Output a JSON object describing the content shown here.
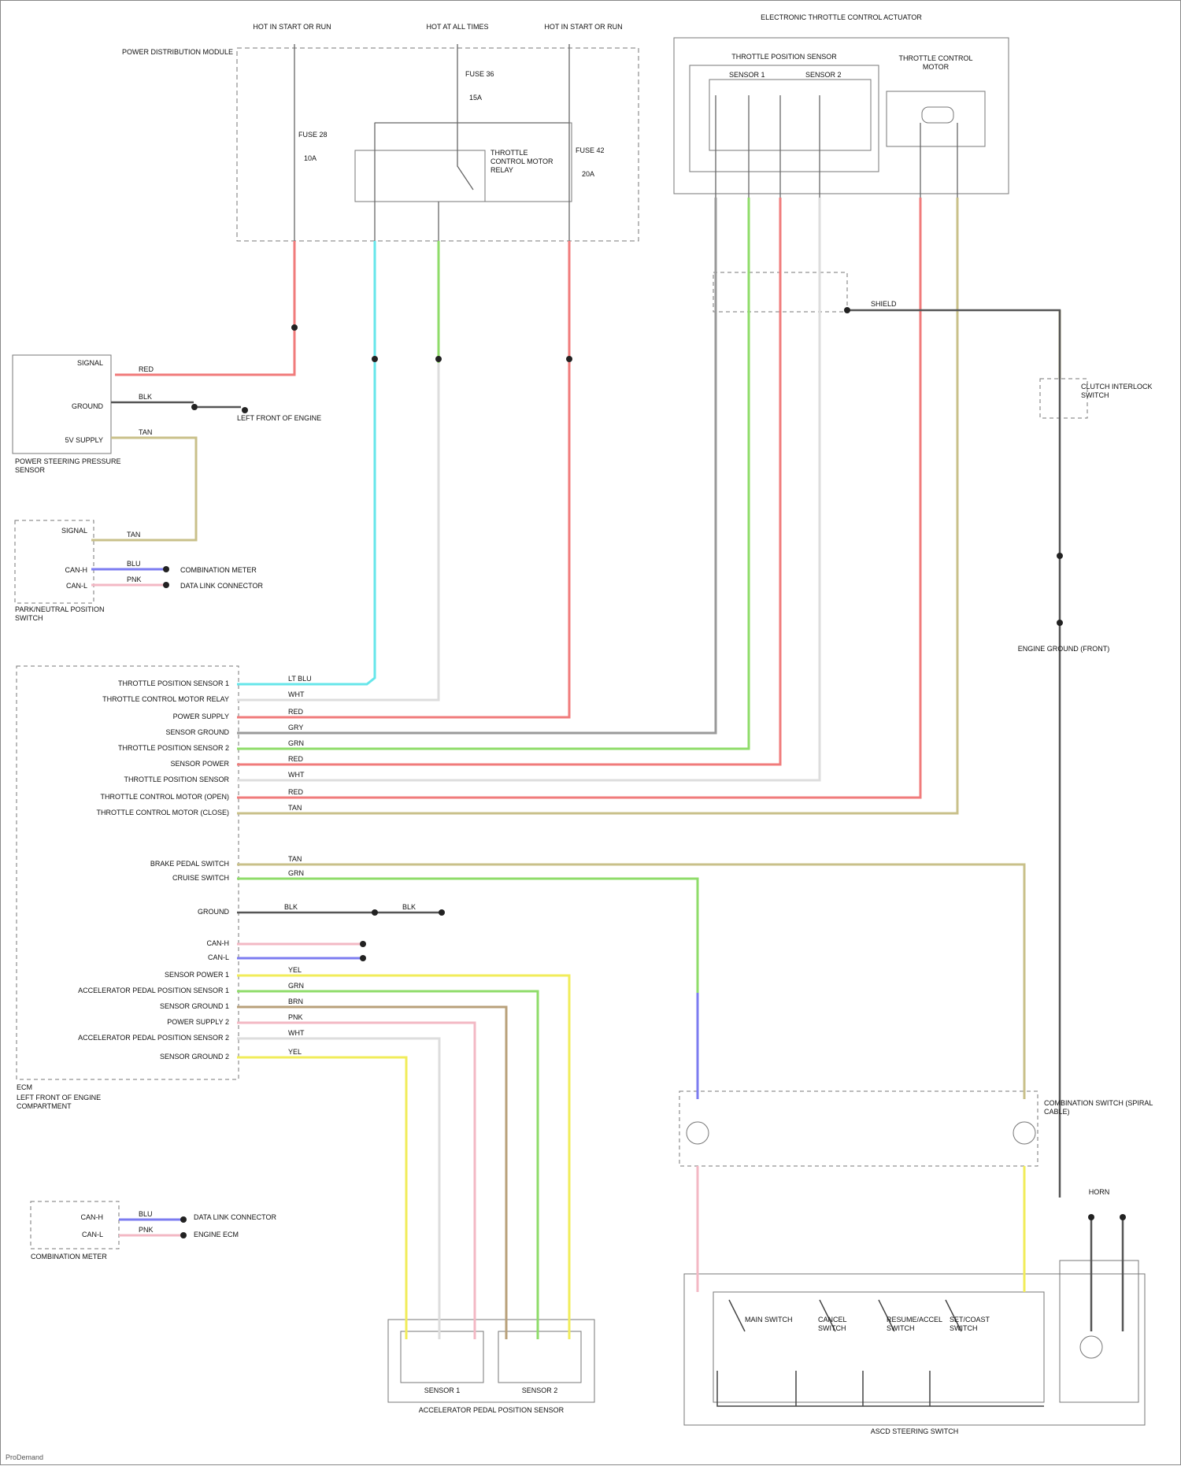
{
  "colors": {
    "red": "#f07b7b",
    "cyan": "#66e6ea",
    "green": "#8fdc6a",
    "gray": "#9a9a9a",
    "tan": "#c9c08a",
    "blue": "#7c7cf0",
    "yellow": "#f1ec5a",
    "pink": "#f3b8c4",
    "brown": "#b8a07a",
    "white": "#dddddd",
    "black": "#444444"
  },
  "pdm": {
    "title": "POWER DISTRIBUTION MODULE",
    "fuse_a": "FUSE 28",
    "fuse_a_amp": "10A",
    "fuse_b": "FUSE 36",
    "fuse_b_amp": "15A",
    "fuse_c": "FUSE 42",
    "fuse_c_amp": "20A",
    "relay": "THROTTLE CONTROL MOTOR RELAY",
    "feed_left": "HOT IN START OR RUN",
    "feed_mid": "HOT AT ALL TIMES",
    "feed_right": "HOT IN START OR RUN"
  },
  "throttle_body": {
    "title": "ELECTRONIC THROTTLE CONTROL ACTUATOR",
    "sensor_block": "THROTTLE POSITION SENSOR",
    "sensor1": "SENSOR 1",
    "sensor2": "SENSOR 2",
    "motor": "THROTTLE CONTROL MOTOR"
  },
  "shield": "SHIELD",
  "left_components": {
    "ps_left": "POWER STEERING PRESSURE SENSOR",
    "ps_pins": [
      "SIGNAL",
      "GROUND",
      "5V SUPPLY"
    ],
    "neutral": "PARK/NEUTRAL POSITION SWITCH",
    "neutral_pins": [
      "SIGNAL",
      "CAN-H",
      "CAN-L"
    ],
    "ground_label": "LEFT FRONT OF ENGINE",
    "can_label_1": "COMBINATION METER",
    "can_label_2": "DATA LINK CONNECTOR"
  },
  "ecm": {
    "title": "ECM",
    "pins": [
      "THROTTLE POSITION SENSOR 1",
      "THROTTLE CONTROL MOTOR RELAY",
      "POWER SUPPLY",
      "SENSOR GROUND",
      "THROTTLE POSITION SENSOR 2",
      "SENSOR POWER",
      "THROTTLE POSITION SENSOR",
      "THROTTLE CONTROL MOTOR (OPEN)",
      "THROTTLE CONTROL MOTOR (CLOSE)"
    ],
    "pins2": [
      "BRAKE PEDAL SWITCH",
      "CRUISE SWITCH"
    ],
    "ground": "GROUND",
    "can": [
      "CAN-H",
      "CAN-L"
    ],
    "pins3": [
      "SENSOR POWER 1",
      "ACCELERATOR PEDAL POSITION SENSOR 1",
      "SENSOR GROUND 1",
      "POWER SUPPLY 2",
      "ACCELERATOR PEDAL POSITION SENSOR 2",
      "SENSOR GROUND 2"
    ],
    "location": "LEFT FRONT OF ENGINE COMPARTMENT"
  },
  "relay_right": {
    "title": "CLUTCH INTERLOCK SWITCH",
    "ground": "ENGINE GROUND (FRONT)"
  },
  "combination_meter": {
    "title": "COMBINATION METER",
    "pins": [
      "CAN-H",
      "CAN-L"
    ],
    "labels": [
      "DATA LINK CONNECTOR",
      "ENGINE ECM"
    ]
  },
  "app_sensor": {
    "title": "ACCELERATOR PEDAL POSITION SENSOR",
    "s1": "SENSOR 1",
    "s2": "SENSOR 2"
  },
  "steering": {
    "spiral": "COMBINATION SWITCH (SPIRAL CABLE)",
    "switch_block": "ASCD STEERING SWITCH",
    "switches": [
      "MAIN SWITCH",
      "CANCEL SWITCH",
      "RESUME/ACCEL SWITCH",
      "SET/COAST SWITCH"
    ],
    "horn": "HORN"
  },
  "wire_codes": {
    "red": "RED",
    "cyan": "LT BLU",
    "green": "GRN",
    "gray": "GRY",
    "tan": "TAN",
    "blue": "BLU",
    "yellow": "YEL",
    "pink": "PNK",
    "brown": "BRN",
    "white": "WHT",
    "black": "BLK"
  },
  "footer": "ProDemand"
}
